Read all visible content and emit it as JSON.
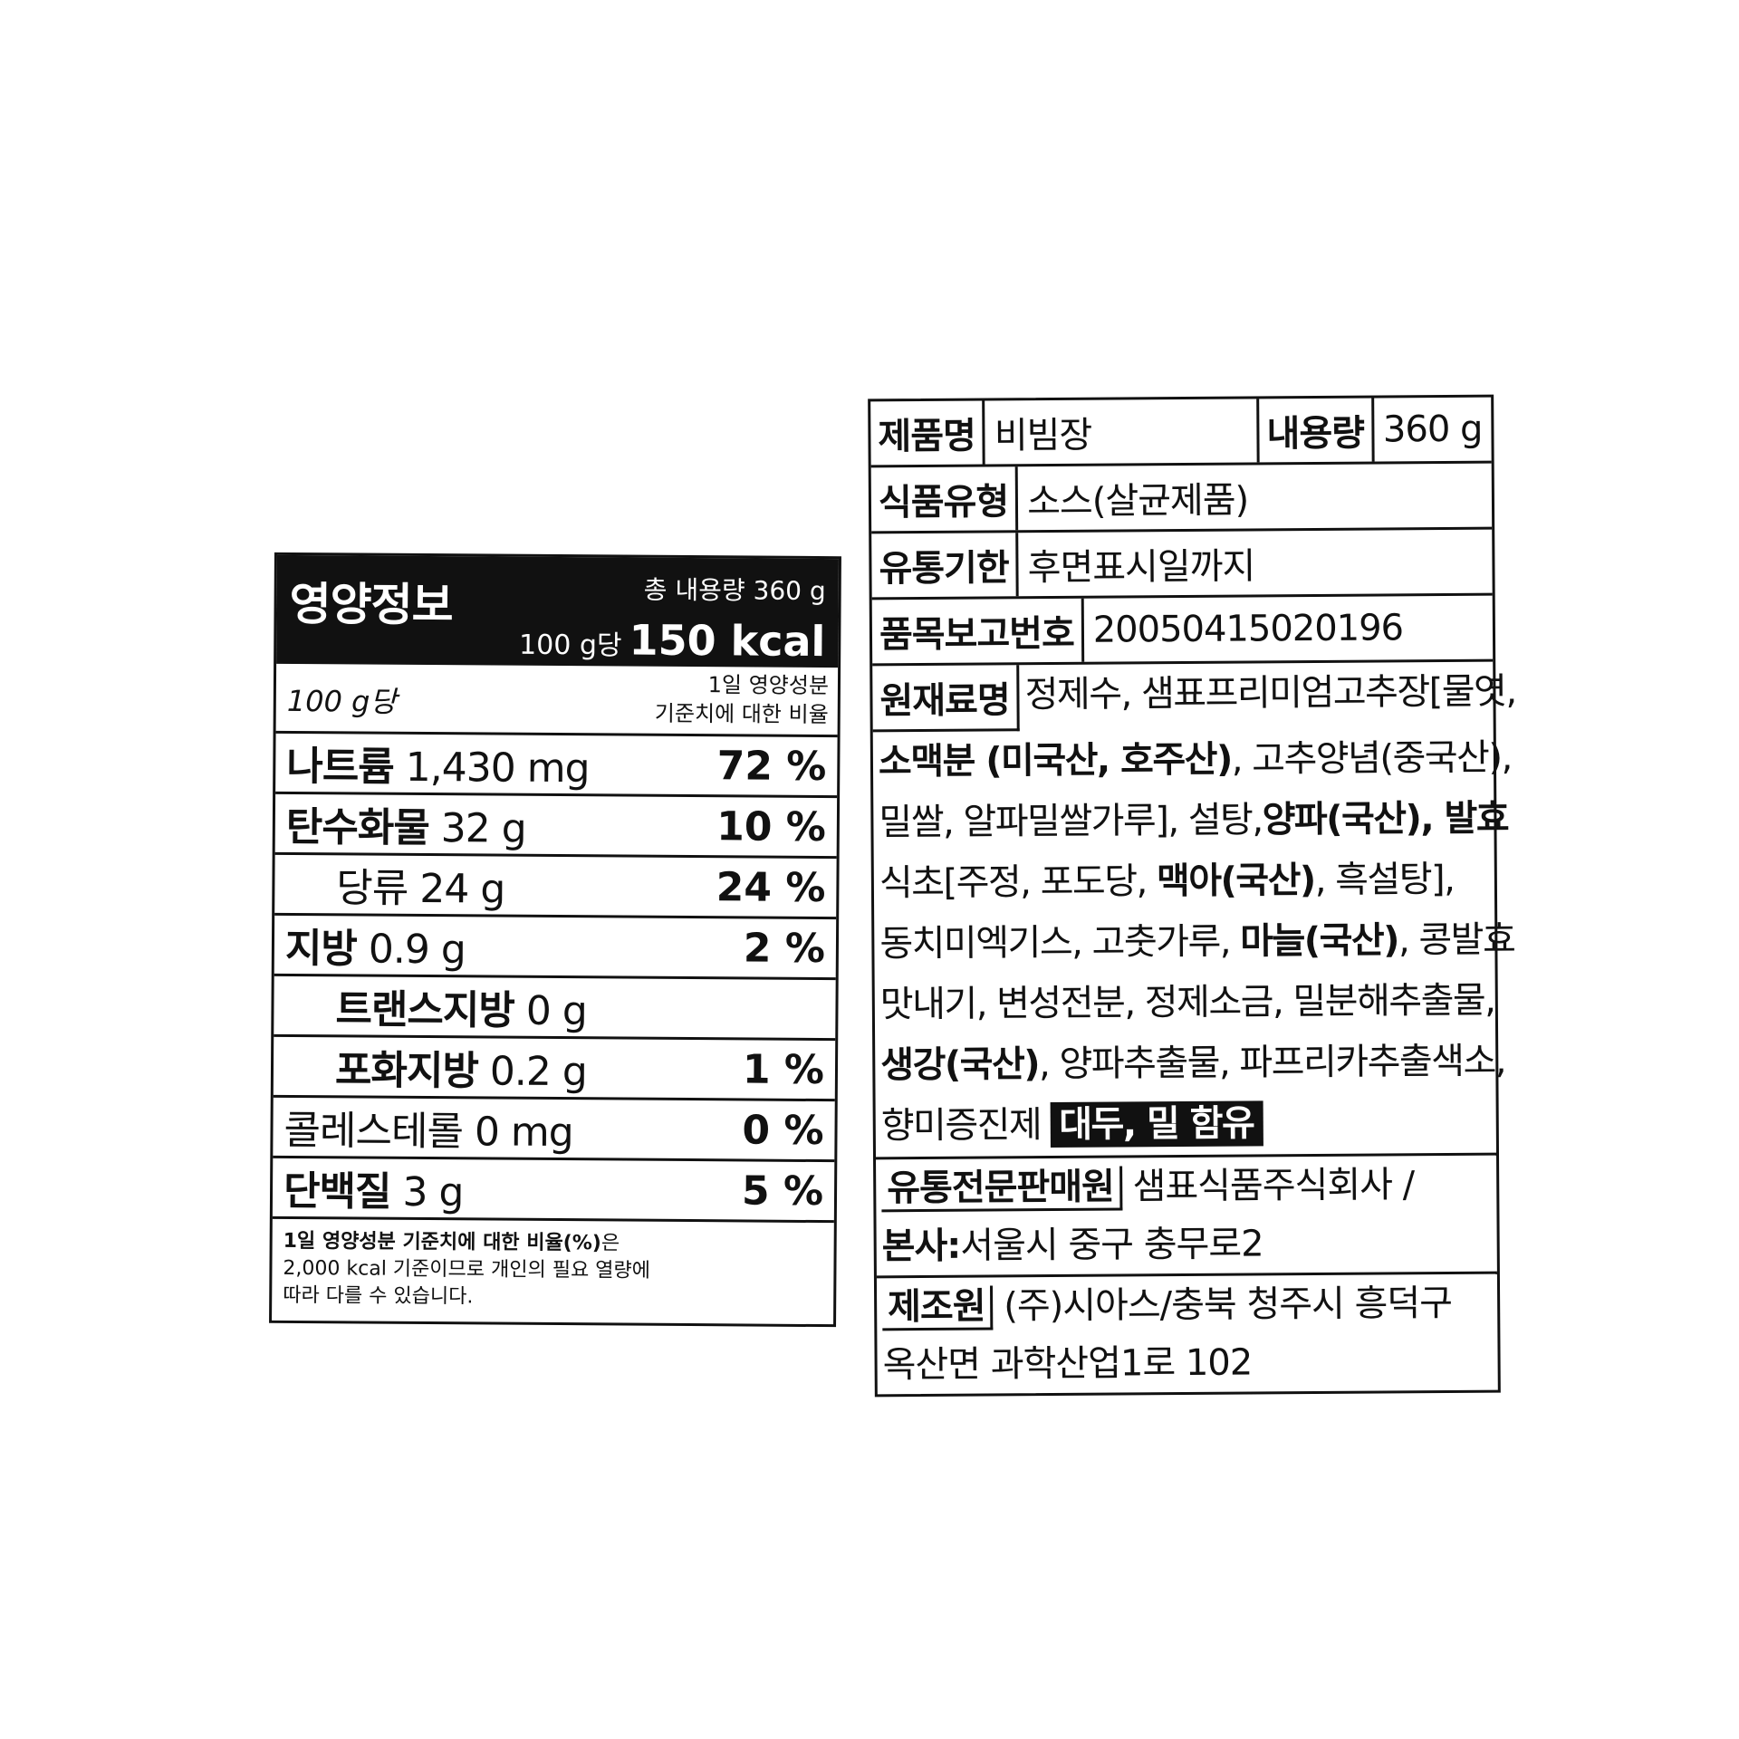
{
  "nutrition": {
    "title": "영양정보",
    "total": "총 내용량 360 g",
    "per_label": "100 g당",
    "kcal": "150 kcal",
    "sub_left": "100 g당",
    "sub_right_1": "1일 영양성분",
    "sub_right_2": "기준치에 대한 비율",
    "rows": [
      {
        "name": "나트륨",
        "amount": "1,430 mg",
        "pct": "72 %"
      },
      {
        "name": "탄수화물",
        "amount": "32 g",
        "pct": "10 %"
      },
      {
        "name": "당류",
        "amount": "24 g",
        "pct": "24 %"
      },
      {
        "name": "지방",
        "amount": "0.9 g",
        "pct": "2 %"
      },
      {
        "name": "트랜스지방",
        "amount": "0 g",
        "pct": ""
      },
      {
        "name": "포화지방",
        "amount": "0.2 g",
        "pct": "1 %"
      },
      {
        "name": "콜레스테롤",
        "amount": "0 mg",
        "pct": "0 %"
      },
      {
        "name": "단백질",
        "amount": "3 g",
        "pct": "5 %"
      }
    ],
    "footnote_bold": "1일 영양성분 기준치에 대한 비율(%)",
    "footnote_1": "은",
    "footnote_2": "2,000 kcal 기준이므로 개인의 필요 열량에",
    "footnote_3": "따라 다를 수 있습니다."
  },
  "product": {
    "name_label": "제품명",
    "name": "비빔장",
    "volume_label": "내용량",
    "volume": "360 g",
    "type_label": "식품유형",
    "type": "소스(살균제품)",
    "expiry_label": "유통기한",
    "expiry": "후면표시일까지",
    "report_label": "품목보고번호",
    "report_no": "20050415020196",
    "ingredients_label": "원재료명",
    "ingredients_l1": "정제수, 샘표프리미엄고추장[물엿,",
    "ing_l2_bold": "소맥분 (미국산, 호주산)",
    "ing_l2_rest": ", 고추양념(중국산),",
    "ing_l3_a": "밀쌀, 알파밀쌀가루], 설탕,",
    "ing_l3_bold": "양파(국산), 발효",
    "ing_l4_a": "식초[주정, 포도당,",
    "ing_l4_bold": "맥아(국산)",
    "ing_l4_b": ", 흑설탕],",
    "ing_l5_a": "동치미엑기스, 고춧가루,",
    "ing_l5_bold": "마늘(국산)",
    "ing_l5_b": ", 콩발효",
    "ing_l6": "맛내기, 변성전분, 정제소금, 밀분해추출물,",
    "ing_l7_bold": "생강(국산)",
    "ing_l7_b": ", 양파추출물, 파프리카추출색소,",
    "ing_l8": "향미증진제",
    "allergen": "대두, 밀 함유",
    "seller_label": "유통전문판매원",
    "seller": "샘표식품주식회사 /",
    "hq_label": "본사:",
    "hq": "서울시 중구 충무로2",
    "maker_label": "제조원",
    "maker_l1": "(주)시아스/충북 청주시 흥덕구",
    "maker_l2": "옥산면 과학산업1로 102"
  }
}
